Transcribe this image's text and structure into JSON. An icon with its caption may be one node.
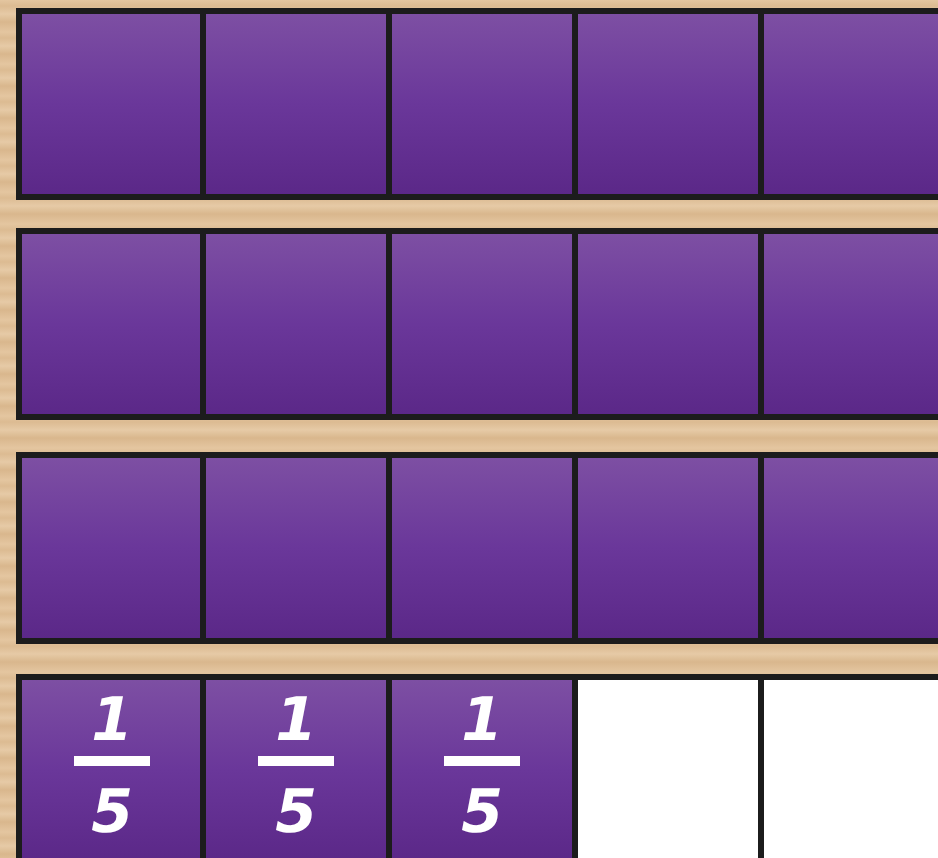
{
  "diagram": {
    "nodes": [
      {
        "text": [],
        "shape": "box"
      },
      {
        "text": [],
        "shape": "box"
      },
      {
        "text": [],
        "shape": "box"
      },
      {
        "text": [],
        "shape": "box"
      },
      {
        "text": [],
        "shape": "box"
      },
      {
        "text": [],
        "shape": "box"
      },
      {
        "text": [],
        "shape": "box"
      },
      {
        "text": [],
        "shape": "box"
      },
      {
        "text": [],
        "shape": "box"
      },
      {
        "text": [],
        "shape": "box"
      },
      {
        "text": [],
        "shape": "box"
      },
      {
        "text": [],
        "shape": "box"
      },
      {
        "text": [],
        "shape": "box"
      },
      {
        "text": [],
        "shape": "box"
      },
      {
        "text": [],
        "shape": "box"
      },
      {
        "text": [
          "1",
          "5"
        ]
      },
      {
        "text": [
          "1",
          "5"
        ]
      },
      {
        "text": [
          "1",
          "5"
        ]
      },
      {
        "text": [],
        "shape": "box"
      },
      {
        "text": [],
        "shape": "box"
      }
    ]
  }
}
